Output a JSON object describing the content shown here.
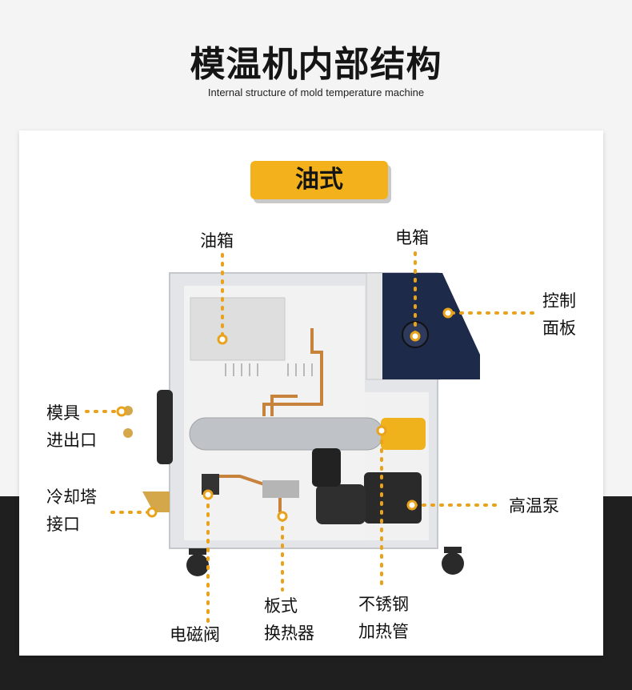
{
  "header": {
    "title": "模温机内部结构",
    "subtitle": "Internal structure of mold temperature machine"
  },
  "badge": {
    "label": "油式"
  },
  "labels": {
    "oil_tank": "油箱",
    "electric_box": "电箱",
    "control_panel_line1": "控制",
    "control_panel_line2": "面板",
    "mold_inlet_line1": "模具",
    "mold_inlet_line2": "进出口",
    "cooling_tower_line1": "冷却塔",
    "cooling_tower_line2": "接口",
    "high_temp_pump": "高温泵",
    "solenoid_valve": "电磁阀",
    "plate_exchanger_line1": "板式",
    "plate_exchanger_line2": "换热器",
    "heater_line1": "不锈钢",
    "heater_line2": "加热管"
  },
  "colors": {
    "accent": "#f3b21b",
    "callout": "#e8a21c",
    "dark_band": "#1f1f1f",
    "panel_navy": "#1e2a4a"
  }
}
